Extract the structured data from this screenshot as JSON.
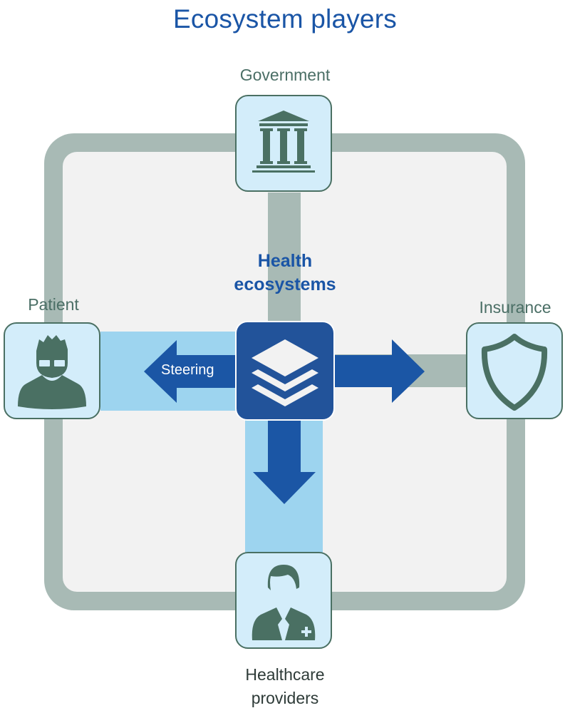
{
  "title": "Ecosystem players",
  "center": {
    "label_line1": "Health",
    "label_line2": "ecosystems",
    "icon": "layers-icon"
  },
  "arrow_labels": {
    "left": "Steering"
  },
  "players": {
    "top": {
      "label": "Government",
      "icon": "government-building-icon"
    },
    "left": {
      "label": "Patient",
      "icon": "person-glasses-icon"
    },
    "right": {
      "label": "Insurance",
      "icon": "shield-icon"
    },
    "bottom": {
      "label_line1": "Healthcare",
      "label_line2": "providers",
      "icon": "doctor-icon"
    }
  },
  "colors": {
    "title_blue": "#1a55a6",
    "center_box": "#22539a",
    "arrow_blue": "#1b56a5",
    "frame_gray": "#a8bab5",
    "node_fill": "#d3edfa",
    "icon_green": "#4a7063",
    "highlight_band": "#9dd4ef"
  }
}
